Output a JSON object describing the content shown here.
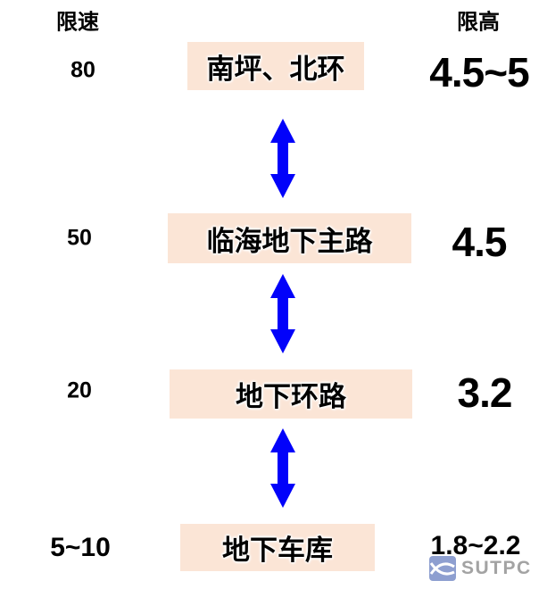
{
  "headers": {
    "speed_label": "限速",
    "height_label": "限高"
  },
  "levels": [
    {
      "speed": "80",
      "name": "南坪、北环",
      "height": "4.5~5"
    },
    {
      "speed": "50",
      "name": "临海地下主路",
      "height": "4.5"
    },
    {
      "speed": "20",
      "name": "地下环路",
      "height": "3.2"
    },
    {
      "speed": "5~10",
      "name": "地下车库",
      "height": "1.8~2.2"
    }
  ],
  "colors": {
    "box_bg": "#FBE5D6",
    "arrow_blue": "#0202FA",
    "logo_icon_bg": "#8E9FD0",
    "logo_text_gray": "#A3A3A3",
    "text": "#000000"
  },
  "logo": {
    "text": "SUTPC",
    "icon": "sutpc-wave-icon"
  }
}
